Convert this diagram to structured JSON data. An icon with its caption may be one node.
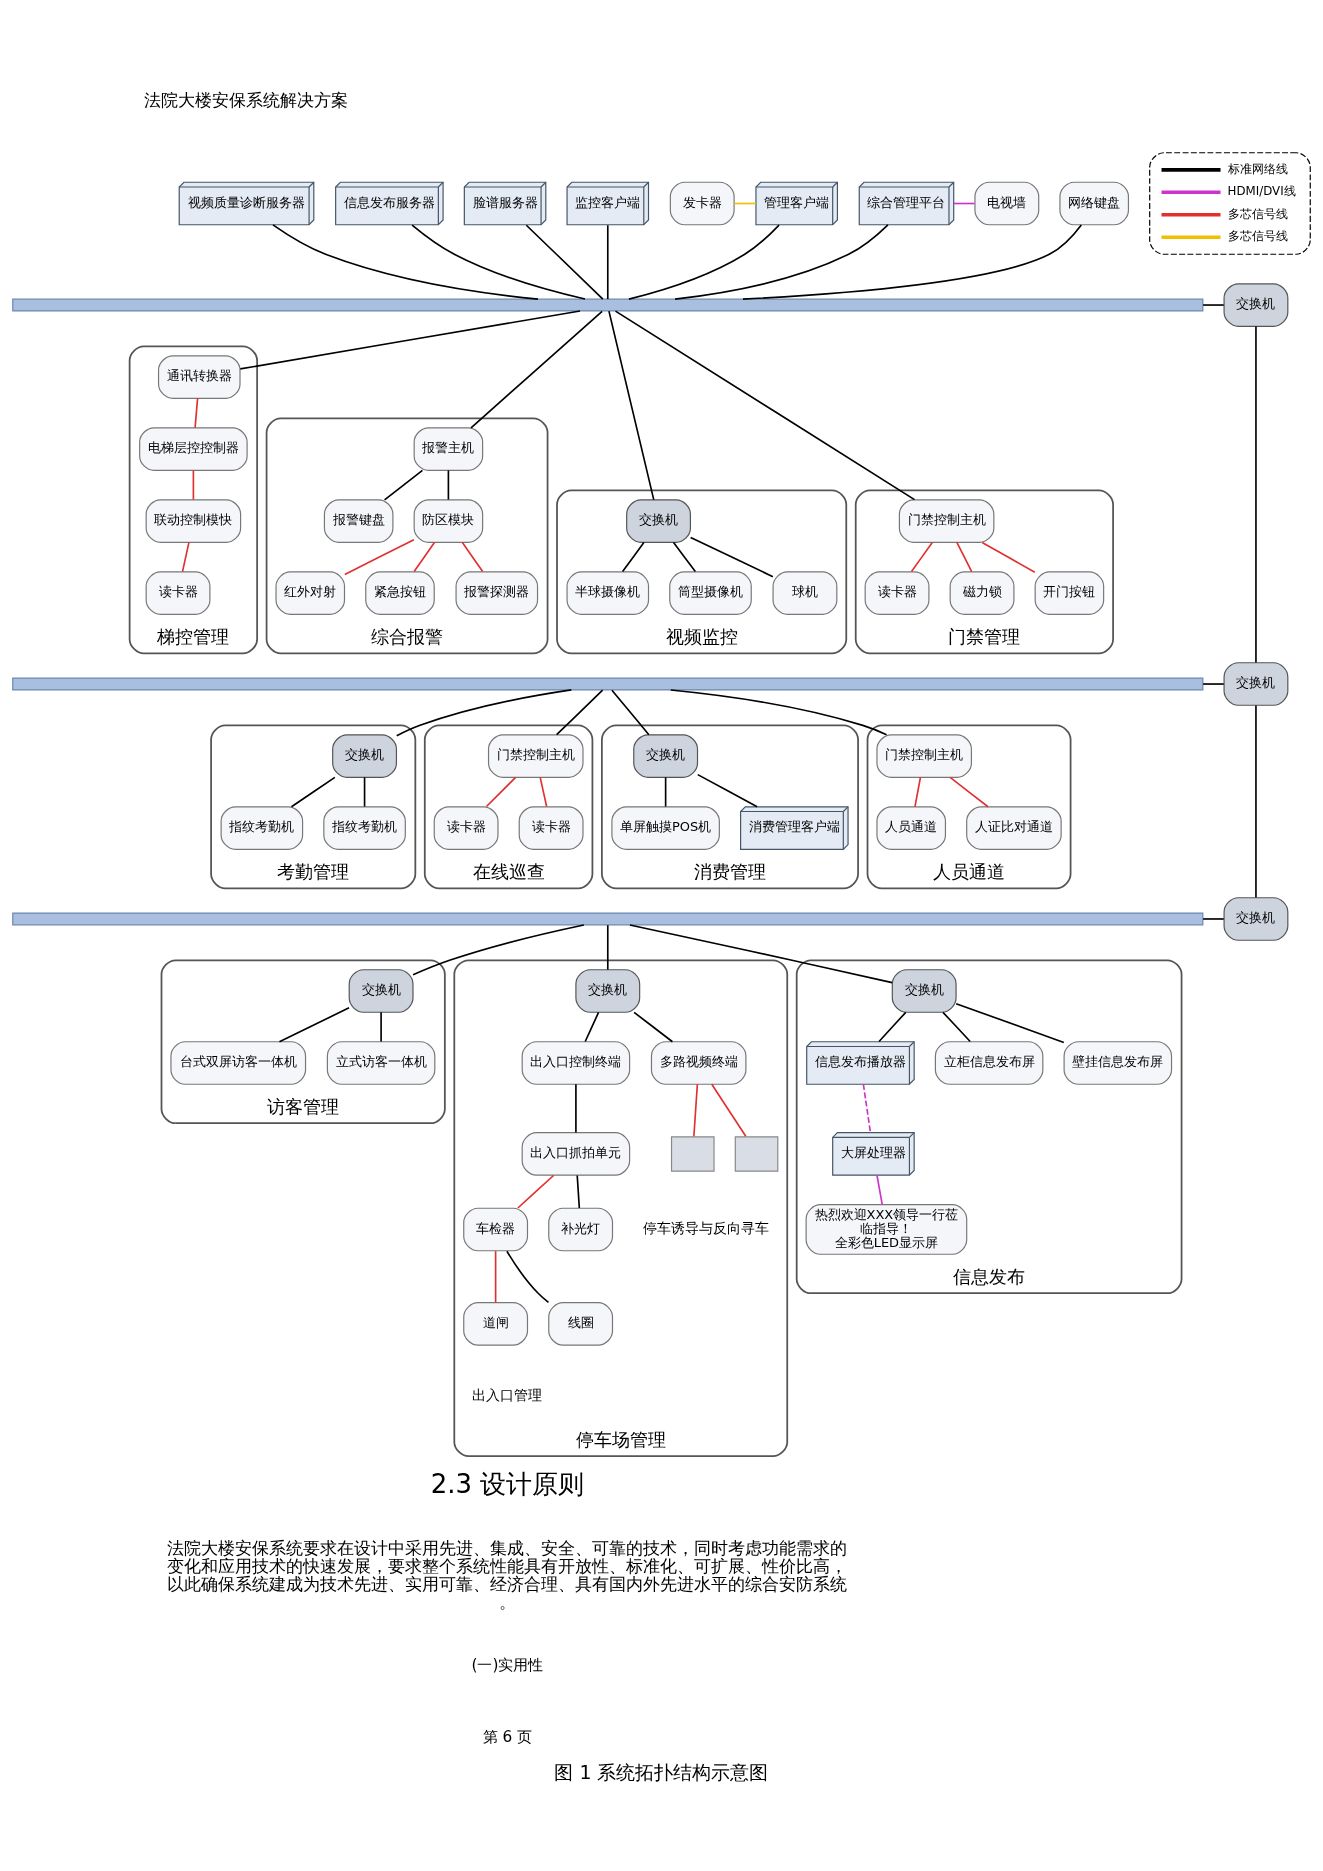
{
  "diagram": {
    "caption": "图 1 系统拓扑结构示意图",
    "nodes": [
      {
        "text": [
          "信息发布服务器"
        ]
      },
      {
        "text": [
          "脸谱服务器"
        ]
      },
      {
        "text": [
          "视频质量诊断服务器"
        ]
      },
      {
        "text": [
          "监控客户端"
        ]
      },
      {
        "text": [
          "发卡器"
        ]
      },
      {
        "text": [
          "管理客户端"
        ]
      },
      {
        "text": [
          "综合管理平台"
        ]
      },
      {
        "text": [
          "电视墙"
        ]
      },
      {
        "text": [
          "网络键盘"
        ]
      },
      {
        "text": [],
        "shape": "bar"
      },
      {
        "text": [
          "交换机"
        ]
      },
      {
        "text": [
          "视频监控"
        ]
      },
      {
        "text": [
          "交换机"
        ],
        "in": 11
      },
      {
        "text": [
          "半球摄像机"
        ],
        "in": 11
      },
      {
        "text": [
          "筒型摄像机"
        ],
        "in": 11
      },
      {
        "text": [
          "球机"
        ],
        "in": 11
      },
      {
        "text": [
          "综合报警"
        ]
      },
      {
        "text": [
          "报警主机"
        ],
        "in": 16
      },
      {
        "text": [
          "报警键盘"
        ],
        "in": 16
      },
      {
        "text": [
          "防区模块"
        ],
        "in": 16
      },
      {
        "text": [
          "红外对射"
        ],
        "in": 16
      },
      {
        "text": [
          "紧急按钮"
        ],
        "in": 16
      },
      {
        "text": [
          "报警探测器"
        ],
        "in": 16
      },
      {
        "text": [
          "门禁管理"
        ]
      },
      {
        "text": [
          "门禁控制主机"
        ],
        "in": 23
      },
      {
        "text": [
          "读卡器"
        ],
        "in": 23
      },
      {
        "text": [
          "磁力锁"
        ],
        "in": 23
      },
      {
        "text": [
          "开门按钮"
        ],
        "in": 23
      },
      {
        "text": [
          "梯控管理"
        ]
      },
      {
        "text": [
          "通讯转换器"
        ],
        "in": 28
      },
      {
        "text": [
          "电梯层控控制器"
        ],
        "in": 28
      },
      {
        "text": [
          "联动控制模快"
        ],
        "in": 28
      },
      {
        "text": [
          "读卡器"
        ],
        "in": 28
      },
      {
        "text": [],
        "shape": "bar"
      },
      {
        "text": [
          "交换机"
        ]
      },
      {
        "text": [
          "考勤管理"
        ]
      },
      {
        "text": [
          "交换机"
        ],
        "in": 35
      },
      {
        "text": [
          "指纹考勤机"
        ],
        "in": 35
      },
      {
        "text": [
          "指纹考勤机"
        ],
        "in": 35
      },
      {
        "text": [
          "在线巡查"
        ]
      },
      {
        "text": [
          "门禁控制主机"
        ],
        "in": 39
      },
      {
        "text": [
          "读卡器"
        ],
        "in": 39
      },
      {
        "text": [
          "读卡器"
        ],
        "in": 39
      },
      {
        "text": [
          "消费管理"
        ]
      },
      {
        "text": [
          "交换机"
        ],
        "in": 43
      },
      {
        "text": [
          "单屏触摸POS机"
        ],
        "in": 43
      },
      {
        "text": [
          "消费管理客户端"
        ],
        "in": 43
      },
      {
        "text": [
          "人员通道"
        ]
      },
      {
        "text": [
          "门禁控制主机"
        ],
        "in": 47
      },
      {
        "text": [
          "人员通道"
        ],
        "in": 47
      },
      {
        "text": [
          "人证比对通道"
        ],
        "in": 47
      },
      {
        "text": [],
        "shape": "bar"
      },
      {
        "text": [
          "交换机"
        ]
      },
      {
        "text": [
          "访客管理"
        ]
      },
      {
        "text": [
          "交换机"
        ],
        "in": 53
      },
      {
        "text": [
          "台式双屏访客一体机"
        ],
        "in": 53
      },
      {
        "text": [
          "立式访客一体机"
        ],
        "in": 53
      },
      {
        "text": [
          "停车场管理"
        ]
      },
      {
        "text": [
          "交换机"
        ],
        "in": 57
      },
      {
        "text": [
          "出入口控制终端"
        ],
        "in": 57
      },
      {
        "text": [
          "多路视频终端"
        ],
        "in": 57
      },
      {
        "text": [
          "出入口抓拍单元"
        ],
        "in": 57
      },
      {
        "text": [
          "车检器"
        ],
        "in": 57
      },
      {
        "text": [
          "道闸"
        ],
        "in": 57
      },
      {
        "text": [
          "补光灯"
        ],
        "in": 57
      },
      {
        "text": [
          "线圈"
        ],
        "in": 57
      },
      {
        "text": [],
        "shape": "box",
        "in": 57
      },
      {
        "text": [],
        "shape": "box",
        "in": 57
      },
      {
        "text": [
          "信息发布"
        ]
      },
      {
        "text": [
          "交换机"
        ],
        "in": 68
      },
      {
        "text": [
          "信息发布播放器"
        ],
        "in": 68
      },
      {
        "text": [
          "大屏处理器"
        ],
        "in": 68
      },
      {
        "text": [
          "立柜信息发布屏"
        ],
        "in": 68
      },
      {
        "text": [
          "壁挂信息发布屏"
        ],
        "in": 68
      },
      {
        "text": [
          "热烈欢迎XXX领导一行莅临指导！",
          "全彩色LED显示屏"
        ],
        "in": 68
      }
    ],
    "edges": [
      {
        "from": 0,
        "to": 9,
        "arrow": "none"
      },
      {
        "from": 1,
        "to": 9,
        "arrow": "none"
      },
      {
        "from": 2,
        "to": 9,
        "arrow": "none"
      },
      {
        "from": 3,
        "to": 9,
        "arrow": "none"
      },
      {
        "from": 4,
        "to": 5,
        "arrow": "none",
        "color": "#f0c000"
      },
      {
        "from": 5,
        "to": 9,
        "arrow": "none"
      },
      {
        "from": 6,
        "to": 9,
        "arrow": "none"
      },
      {
        "from": 6,
        "to": 7,
        "arrow": "none",
        "color": "#cc33cc"
      },
      {
        "from": 8,
        "to": 9,
        "arrow": "none"
      },
      {
        "from": 9,
        "to": 10,
        "arrow": "none"
      },
      {
        "from": 9,
        "to": 12,
        "arrow": "none"
      },
      {
        "from": 12,
        "to": 13,
        "arrow": "none"
      },
      {
        "from": 12,
        "to": 14,
        "arrow": "none"
      },
      {
        "from": 12,
        "to": 15,
        "arrow": "none"
      },
      {
        "from": 9,
        "to": 17,
        "arrow": "none"
      },
      {
        "from": 17,
        "to": 18,
        "arrow": "none"
      },
      {
        "from": 17,
        "to": 19,
        "arrow": "none"
      },
      {
        "from": 19,
        "to": 20,
        "arrow": "none",
        "color": "#e03030"
      },
      {
        "from": 19,
        "to": 21,
        "arrow": "none",
        "color": "#e03030"
      },
      {
        "from": 19,
        "to": 22,
        "arrow": "none",
        "color": "#e03030"
      },
      {
        "from": 9,
        "to": 24,
        "arrow": "none"
      },
      {
        "from": 24,
        "to": 25,
        "arrow": "none",
        "color": "#e03030"
      },
      {
        "from": 24,
        "to": 26,
        "arrow": "none",
        "color": "#e03030"
      },
      {
        "from": 24,
        "to": 27,
        "arrow": "none",
        "color": "#e03030"
      },
      {
        "from": 9,
        "to": 29,
        "arrow": "none"
      },
      {
        "from": 29,
        "to": 30,
        "arrow": "none",
        "color": "#e03030"
      },
      {
        "from": 30,
        "to": 31,
        "arrow": "none",
        "color": "#e03030"
      },
      {
        "from": 31,
        "to": 32,
        "arrow": "none",
        "color": "#e03030"
      },
      {
        "from": 10,
        "to": 34,
        "arrow": "none"
      },
      {
        "from": 33,
        "to": 34,
        "arrow": "none"
      },
      {
        "from": 33,
        "to": 36,
        "arrow": "none"
      },
      {
        "from": 36,
        "to": 37,
        "arrow": "none"
      },
      {
        "from": 36,
        "to": 38,
        "arrow": "none"
      },
      {
        "from": 33,
        "to": 40,
        "arrow": "none"
      },
      {
        "from": 40,
        "to": 41,
        "arrow": "none",
        "color": "#e03030"
      },
      {
        "from": 40,
        "to": 42,
        "arrow": "none",
        "color": "#e03030"
      },
      {
        "from": 33,
        "to": 44,
        "arrow": "none"
      },
      {
        "from": 44,
        "to": 45,
        "arrow": "none"
      },
      {
        "from": 44,
        "to": 46,
        "arrow": "none"
      },
      {
        "from": 33,
        "to": 48,
        "arrow": "none"
      },
      {
        "from": 48,
        "to": 49,
        "arrow": "none",
        "color": "#e03030"
      },
      {
        "from": 48,
        "to": 50,
        "arrow": "none",
        "color": "#e03030"
      },
      {
        "from": 34,
        "to": 52,
        "arrow": "none"
      },
      {
        "from": 51,
        "to": 52,
        "arrow": "none"
      },
      {
        "from": 51,
        "to": 54,
        "arrow": "none"
      },
      {
        "from": 54,
        "to": 55,
        "arrow": "none"
      },
      {
        "from": 54,
        "to": 56,
        "arrow": "none"
      },
      {
        "from": 51,
        "to": 58,
        "arrow": "none"
      },
      {
        "from": 58,
        "to": 59,
        "arrow": "none"
      },
      {
        "from": 58,
        "to": 60,
        "arrow": "none"
      },
      {
        "from": 59,
        "to": 61,
        "arrow": "none"
      },
      {
        "from": 61,
        "to": 62,
        "arrow": "none",
        "color": "#e03030"
      },
      {
        "from": 62,
        "to": 63,
        "arrow": "none",
        "color": "#e03030"
      },
      {
        "from": 62,
        "to": 65,
        "arrow": "none"
      },
      {
        "from": 61,
        "to": 64,
        "arrow": "none"
      },
      {
        "from": 60,
        "to": 66,
        "arrow": "none",
        "color": "#e03030"
      },
      {
        "from": 60,
        "to": 67,
        "arrow": "none",
        "color": "#e03030"
      },
      {
        "from": 51,
        "to": 69,
        "arrow": "none"
      },
      {
        "from": 69,
        "to": 70,
        "arrow": "none"
      },
      {
        "from": 69,
        "to": 72,
        "arrow": "none"
      },
      {
        "from": 69,
        "to": 73,
        "arrow": "none"
      },
      {
        "from": 70,
        "to": 71,
        "arrow": "none",
        "color": "#cc33cc",
        "style": "dashed"
      },
      {
        "from": 71,
        "to": 74,
        "arrow": "none",
        "color": "#cc33cc"
      }
    ],
    "labels": [
      "法院大楼安保系统解决方案",
      "出入口管理",
      "停车诱导与反向寻车",
      "2.3 设计原则",
      "法院大楼安保系统要求在设计中采用先进、集成、安全、可靠的技术，同时考虑功能需求的变化和应用技术的快速发展，要求整个系统性能具有开放性、标准化、可扩展、性价比高，以此确保系统建成为技术先进、实用可靠、经济合理、具有国内外先进水平的综合安防系统。",
      "(一)实用性",
      "第 6 页"
    ],
    "legend": [
      {
        "text": "标准网络线",
        "color": "#000000"
      },
      {
        "text": "HDMI/DVI线",
        "color": "#cc33cc"
      },
      {
        "text": "多芯信号线",
        "color": "#e03030"
      },
      {
        "text": "多芯信号线",
        "color": "#f0c000"
      }
    ]
  }
}
